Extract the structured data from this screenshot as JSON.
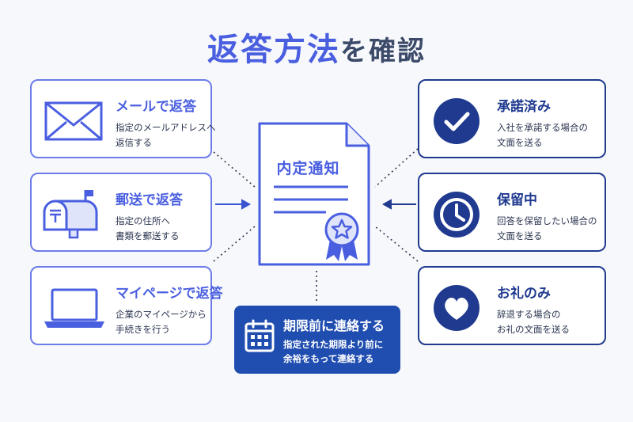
{
  "title": {
    "main": "返答方法",
    "suffix": "を確認"
  },
  "document": {
    "title": "内定通知"
  },
  "left_cards": [
    {
      "title": "メールで返答",
      "lines": [
        "指定のメールアドレスへ",
        "返信する"
      ],
      "icon": "envelope-icon"
    },
    {
      "title": "郵送で返答",
      "lines": [
        "指定の住所へ",
        "書類を郵送する"
      ],
      "icon": "mailbox-icon"
    },
    {
      "title": "マイページで返答",
      "lines": [
        "企業のマイページから",
        "手続きを行う"
      ],
      "icon": "laptop-icon"
    }
  ],
  "right_cards": [
    {
      "title": "承諾済み",
      "lines": [
        "入社を承諾する場合の",
        "文面を送る"
      ],
      "icon": "check-circle-icon"
    },
    {
      "title": "保留中",
      "lines": [
        "回答を保留したい場合の",
        "文面を送る"
      ],
      "icon": "clock-icon"
    },
    {
      "title": "お礼のみ",
      "lines": [
        "辞退する場合の",
        "お礼の文面を送る"
      ],
      "icon": "heart-icon"
    }
  ],
  "deadline": {
    "title": "期限前に連絡する",
    "lines": [
      "指定された期限より前に",
      "余裕をもって連絡する"
    ],
    "icon": "calendar-icon"
  },
  "colors": {
    "accent": "#4a5fe0",
    "navy": "#1f3a8f",
    "deadline_bg": "#1f4db0",
    "title_gray": "#3c4a6a"
  }
}
